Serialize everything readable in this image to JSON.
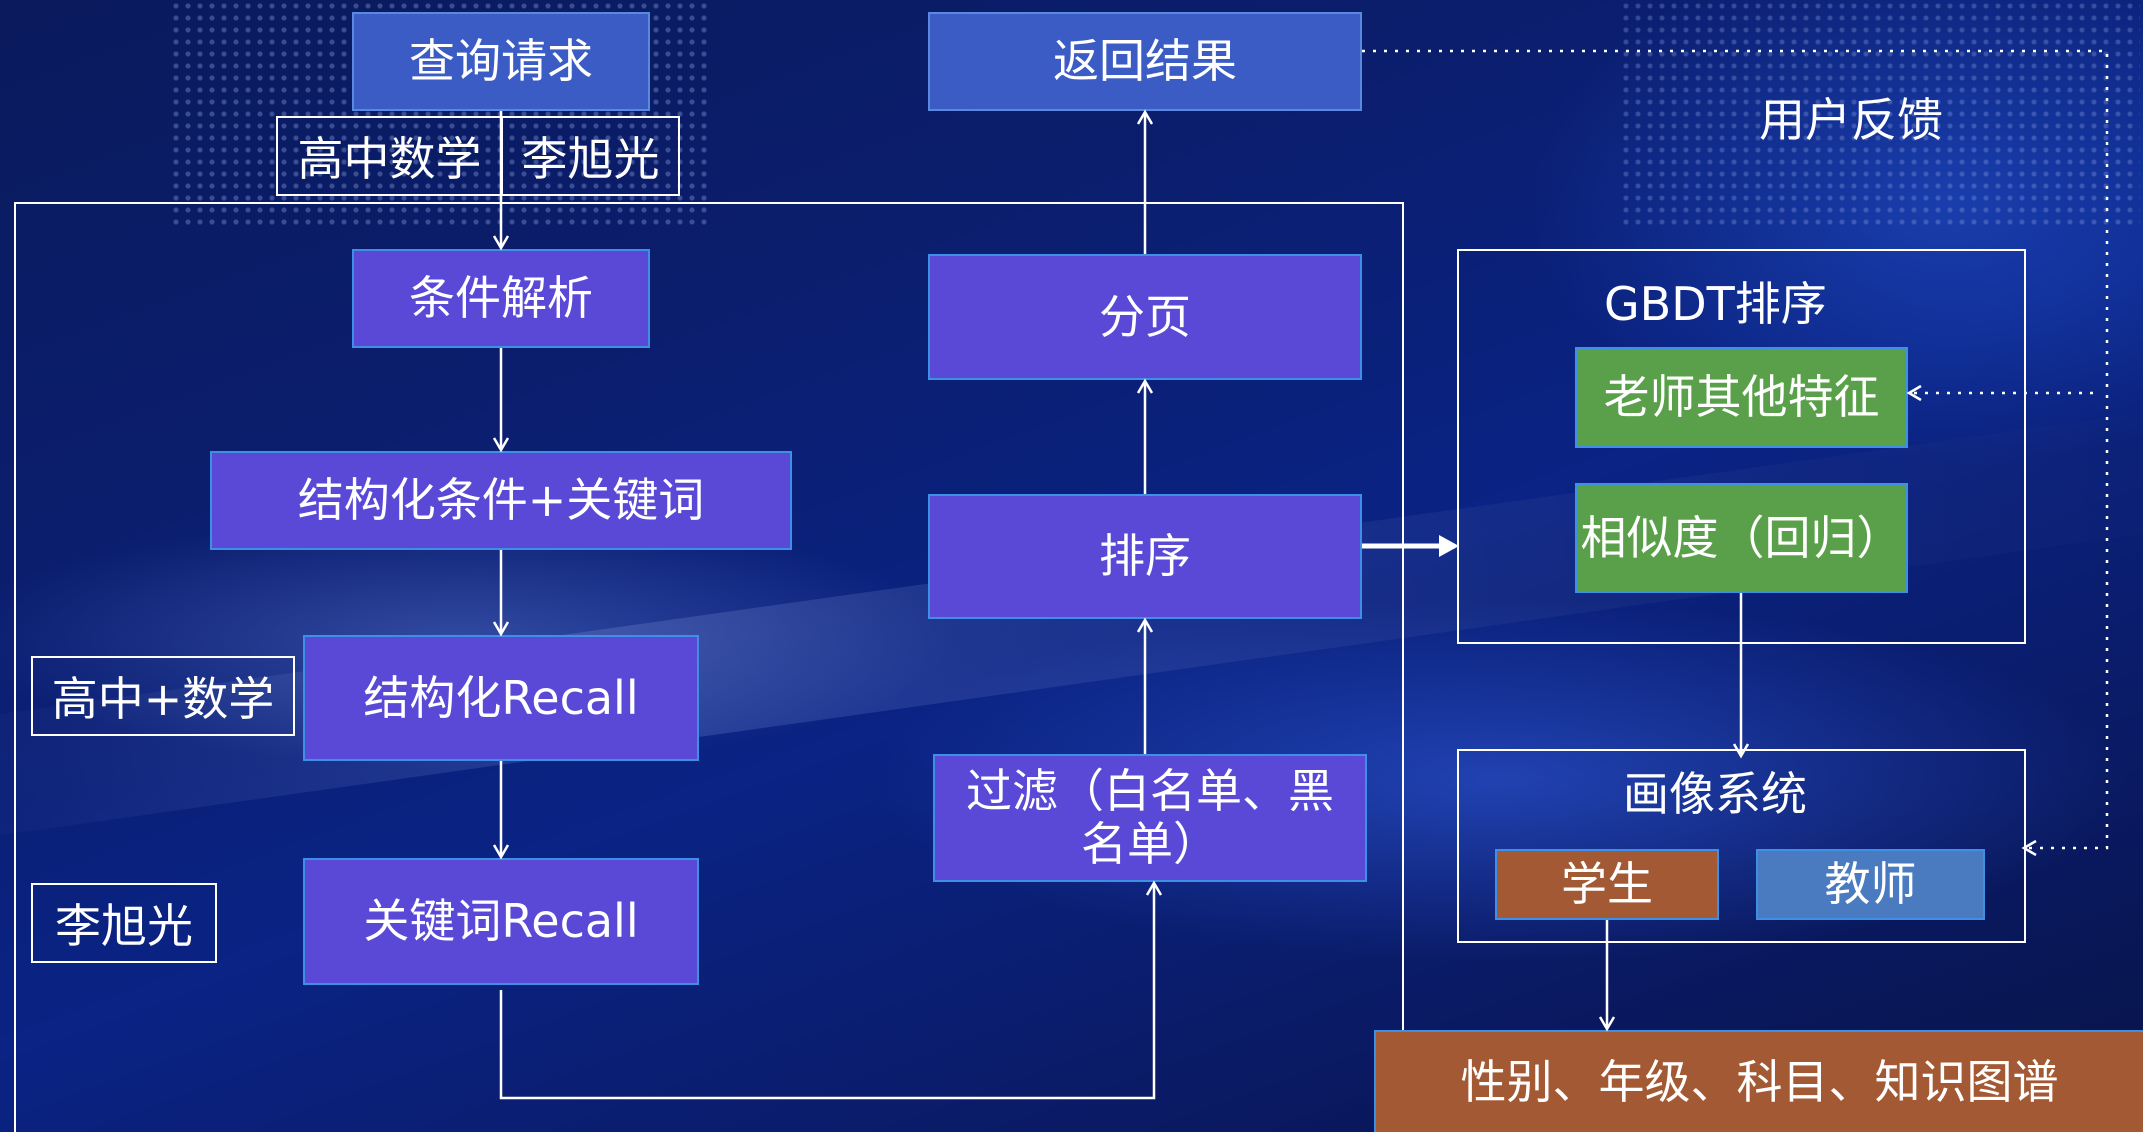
{
  "nodes": {
    "query_request": "查询请求",
    "return_results": "返回结果",
    "condition_parse": "条件解析",
    "structured_condition": "结构化条件+关键词",
    "structured_recall": "结构化Recall",
    "keyword_recall": "关键词Recall",
    "paging": "分页",
    "sorting": "排序",
    "filter": "过滤（白名单、黑名单）",
    "gbdt_title": "GBDT排序",
    "teacher_features": "老师其他特征",
    "similarity": "相似度（回归）",
    "profile_title": "画像系统",
    "student": "学生",
    "teacher": "教师",
    "attributes": "性别、年级、科目、知识图谱"
  },
  "tags": {
    "query_subject": "高中数学",
    "query_name": "李旭光",
    "structured_example": "高中+数学",
    "keyword_example": "李旭光"
  },
  "labels": {
    "user_feedback": "用户反馈"
  },
  "colors": {
    "node_fill": "#5a48d6",
    "node_border": "#3e8fe6",
    "top_node_fill": "#3a5cc4",
    "green_fill": "#5aa04a",
    "brown_fill": "#a35a34",
    "steel_fill": "#4a7ac0",
    "line": "#ffffff"
  }
}
